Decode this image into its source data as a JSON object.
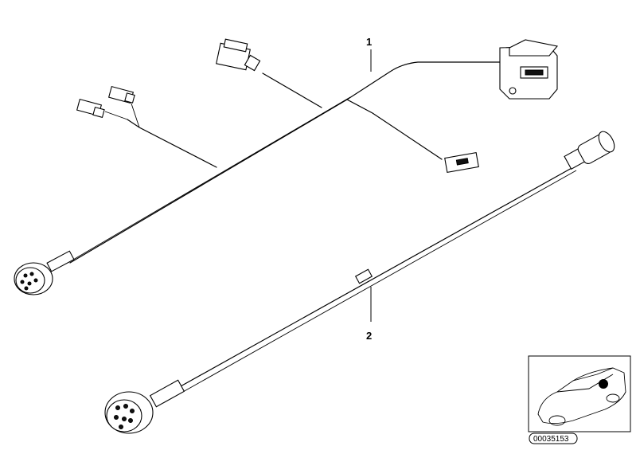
{
  "callouts": {
    "one": "1",
    "two": "2"
  },
  "reference_number": "00035153",
  "icons": {
    "thumbnail": "car-location-thumbnail-icon"
  }
}
